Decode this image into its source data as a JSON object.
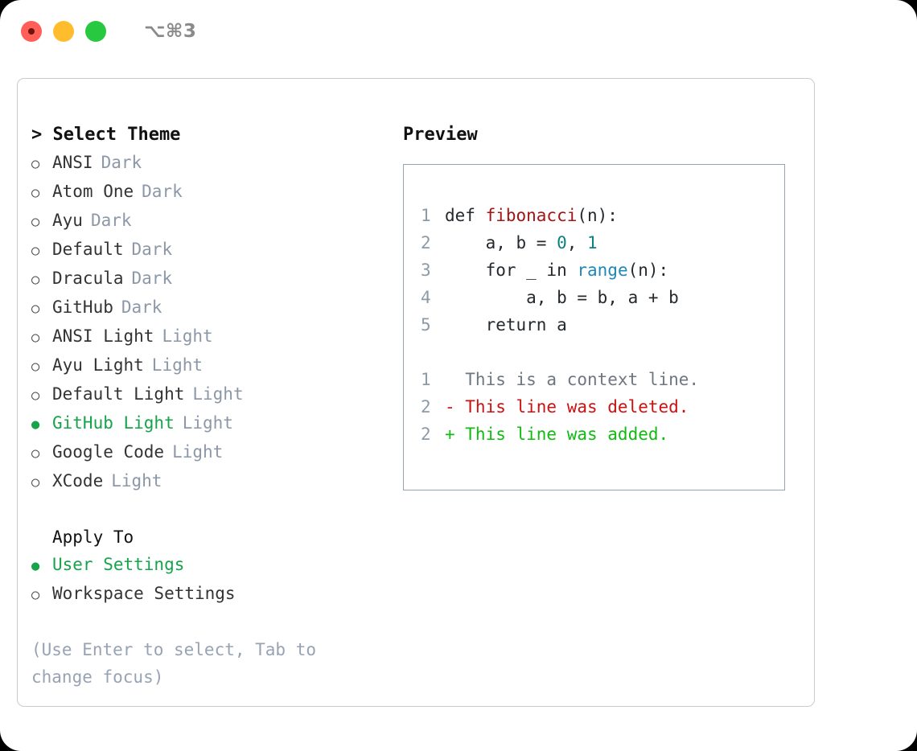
{
  "titlebar": {
    "shortcut": "⌥⌘3",
    "lights": [
      "close-red",
      "minimize-amber",
      "zoom-green"
    ]
  },
  "theme_picker": {
    "title": "> Select Theme",
    "marker_unselected": "○",
    "marker_selected": "●",
    "items": [
      {
        "label": "ANSI",
        "badge": "Dark",
        "selected": false
      },
      {
        "label": "Atom One",
        "badge": "Dark",
        "selected": false
      },
      {
        "label": "Ayu",
        "badge": "Dark",
        "selected": false
      },
      {
        "label": "Default",
        "badge": "Dark",
        "selected": false
      },
      {
        "label": "Dracula",
        "badge": "Dark",
        "selected": false
      },
      {
        "label": "GitHub",
        "badge": "Dark",
        "selected": false
      },
      {
        "label": "ANSI Light",
        "badge": "Light",
        "selected": false
      },
      {
        "label": "Ayu Light",
        "badge": "Light",
        "selected": false
      },
      {
        "label": "Default Light",
        "badge": "Light",
        "selected": false
      },
      {
        "label": "GitHub Light",
        "badge": "Light",
        "selected": true
      },
      {
        "label": "Google Code",
        "badge": "Light",
        "selected": false
      },
      {
        "label": "XCode",
        "badge": "Light",
        "selected": false
      }
    ]
  },
  "apply_to": {
    "title": "Apply To",
    "items": [
      {
        "label": "User Settings",
        "selected": true
      },
      {
        "label": "Workspace Settings",
        "selected": false
      }
    ]
  },
  "hint": "(Use Enter to select, Tab to change focus)",
  "preview": {
    "title": "Preview",
    "code_lines": [
      {
        "no": "1",
        "parts": [
          {
            "t": "def ",
            "c": "code-text"
          },
          {
            "t": "fibonacci",
            "c": "tok-fn"
          },
          {
            "t": "(n):",
            "c": "code-text"
          }
        ]
      },
      {
        "no": "2",
        "parts": [
          {
            "t": "    a, b = ",
            "c": "code-text"
          },
          {
            "t": "0",
            "c": "tok-num"
          },
          {
            "t": ", ",
            "c": "code-text"
          },
          {
            "t": "1",
            "c": "tok-num"
          }
        ]
      },
      {
        "no": "3",
        "parts": [
          {
            "t": "    for _ in ",
            "c": "code-text"
          },
          {
            "t": "range",
            "c": "tok-builtin"
          },
          {
            "t": "(n):",
            "c": "code-text"
          }
        ]
      },
      {
        "no": "4",
        "parts": [
          {
            "t": "        a, b = b, a + b",
            "c": "code-text"
          }
        ]
      },
      {
        "no": "5",
        "parts": [
          {
            "t": "    return a",
            "c": "code-text"
          }
        ]
      }
    ],
    "diff_lines": [
      {
        "no": "1",
        "parts": [
          {
            "t": "  This is a context line.",
            "c": "diff-ctx"
          }
        ]
      },
      {
        "no": "2",
        "parts": [
          {
            "t": "- This line was deleted.",
            "c": "diff-del"
          }
        ]
      },
      {
        "no": "2",
        "parts": [
          {
            "t": "+ This line was added.",
            "c": "diff-add"
          }
        ]
      }
    ]
  },
  "colors": {
    "accent_green": "#16a34a",
    "badge_gray": "#8c98a8",
    "hint_gray": "#97a3b5",
    "function_red": "#a31515",
    "number_teal": "#0d8080",
    "builtin_blue": "#1e88b8",
    "diff_delete": "#cc1111",
    "diff_add": "#11bb11",
    "light_red": "#ff5f57",
    "light_amber": "#ffbd2e",
    "light_green": "#28c840"
  }
}
